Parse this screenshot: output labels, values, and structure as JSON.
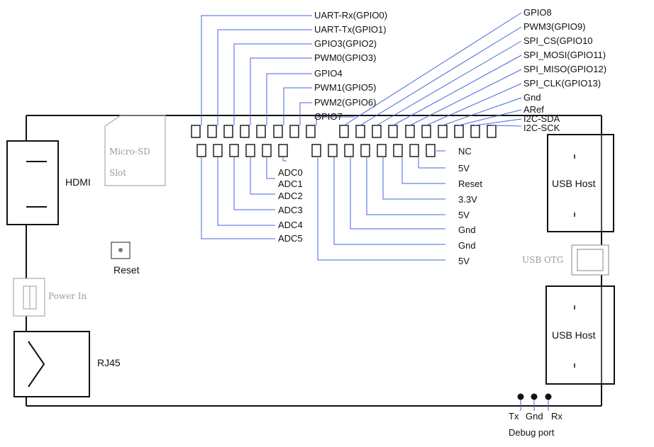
{
  "colors": {
    "board": "#111111",
    "leader": "#4466dd",
    "ghost": "#9a9a9a"
  },
  "board": {
    "microsd_line1": "Micro-SD",
    "microsd_line2": "Slot",
    "hdmi": "HDMI",
    "reset": "Reset",
    "power_in": "Power In",
    "rj45": "RJ45",
    "usb_host_top": "USB Host",
    "usb_otg": "USB OTG",
    "usb_host_bottom": "USB Host"
  },
  "top_left_labels": [
    "UART-Rx(GPIO0)",
    "UART-Tx(GPIO1)",
    "GPIO3(GPIO2)",
    "PWM0(GPIO3)",
    "GPIO4",
    "PWM1(GPIO5)",
    "PWM2(GPIO6)",
    "GPIO7"
  ],
  "top_right_labels": [
    "GPIO8",
    "PWM3(GPIO9)",
    "SPI_CS(GPIO10",
    "SPI_MOSI(GPIO11)",
    "SPI_MISO(GPIO12)",
    "SPI_CLK(GPIO13)",
    "Gnd",
    "ARef",
    "I2C-SDA",
    "I2C-SCK"
  ],
  "adc_labels": [
    "ADC0",
    "ADC1",
    "ADC2",
    "ADC3",
    "ADC4",
    "ADC5"
  ],
  "power_labels": [
    "NC",
    "5V",
    "Reset",
    "3.3V",
    "5V",
    "Gnd",
    "Gnd",
    "5V"
  ],
  "debug": {
    "tx": "Tx",
    "gnd": "Gnd",
    "rx": "Rx",
    "title": "Debug port"
  }
}
